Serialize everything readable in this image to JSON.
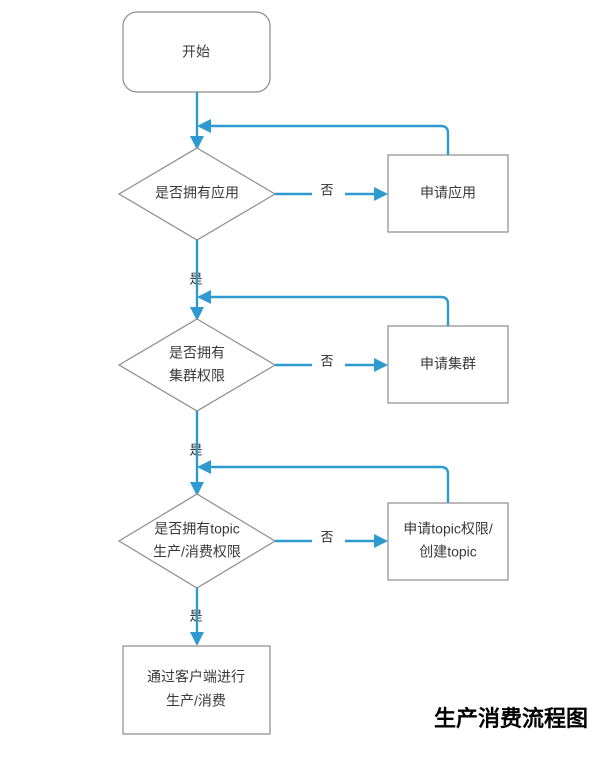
{
  "diagram": {
    "title": "生产消费流程图",
    "colors": {
      "connector": "#2f9ad0",
      "shape_border": "#8c8c8c",
      "shape_fill": "#ffffff",
      "node_text": "#3a3a3a",
      "caption": "#000000",
      "background": "#ffffff"
    },
    "nodes": {
      "start": {
        "label": "开始",
        "shape": "rounded-rectangle"
      },
      "decision_app": {
        "line1": "是否拥有应用",
        "shape": "diamond"
      },
      "action_app": {
        "label": "申请应用",
        "shape": "rectangle"
      },
      "decision_cluster": {
        "line1": "是否拥有",
        "line2": "集群权限",
        "shape": "diamond"
      },
      "action_cluster": {
        "label": "申请集群",
        "shape": "rectangle"
      },
      "decision_topic": {
        "line1": "是否拥有topic",
        "line2": "生产/消费权限",
        "shape": "diamond"
      },
      "action_topic": {
        "line1": "申请topic权限/",
        "line2": "创建topic",
        "shape": "rectangle"
      },
      "end": {
        "line1": "通过客户端进行",
        "line2": "生产/消费",
        "shape": "rectangle"
      }
    },
    "edge_labels": {
      "no_app": "否",
      "yes_app": "是",
      "no_cluster": "否",
      "yes_cluster": "是",
      "no_topic": "否",
      "yes_topic": "是"
    }
  }
}
